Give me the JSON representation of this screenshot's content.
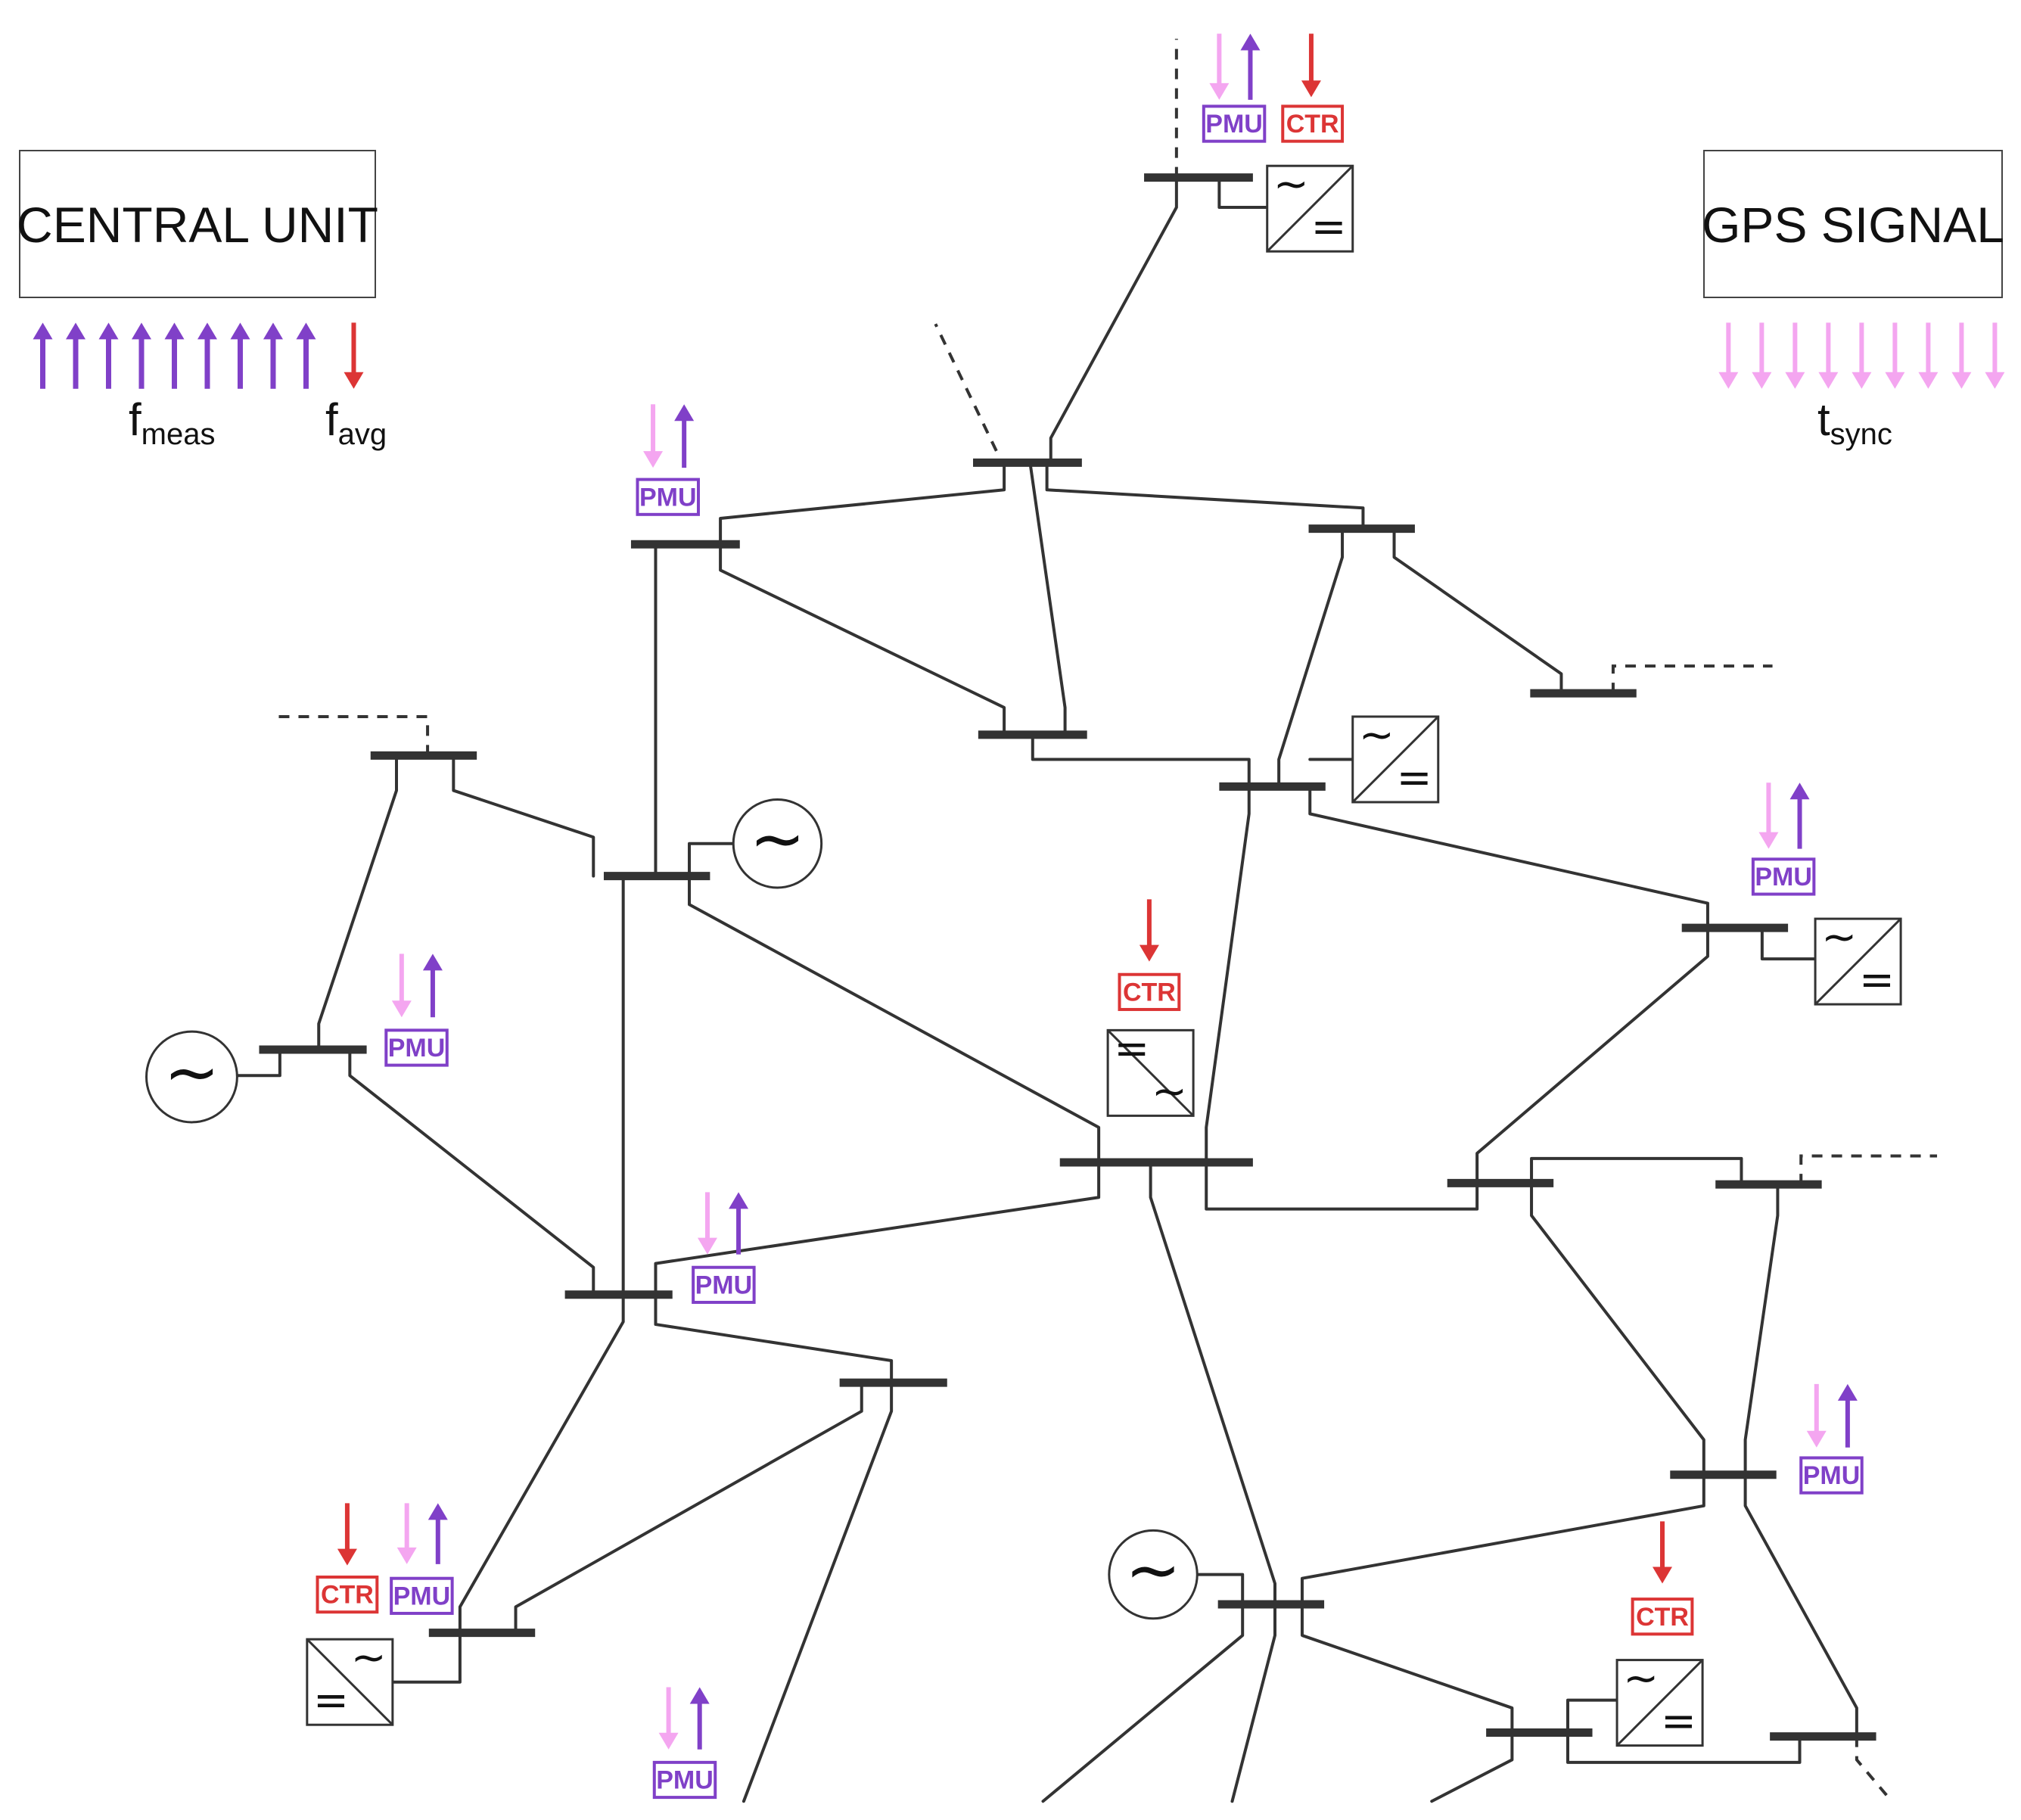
{
  "colors": {
    "line": "#333333",
    "pmu": "#8040c8",
    "pmu_light": "#f4a6f0",
    "ctr": "#dc3535"
  },
  "central_unit": {
    "label": "CENTRAL UNIT"
  },
  "gps": {
    "label": "GPS SIGNAL"
  },
  "signals": {
    "f_meas": {
      "main": "f",
      "sub": "meas"
    },
    "f_avg": {
      "main": "f",
      "sub": "avg"
    },
    "t_sync": {
      "main": "t",
      "sub": "sync"
    }
  },
  "tags": {
    "pmu": "PMU",
    "ctr": "CTR"
  },
  "symbols": {
    "ac": "~",
    "dc": "="
  },
  "icons": {
    "generator": "generator-icon",
    "converter": "converter-icon",
    "pmu_arrows": "pmu-arrow-icon",
    "ctr_arrow": "control-arrow-icon"
  }
}
